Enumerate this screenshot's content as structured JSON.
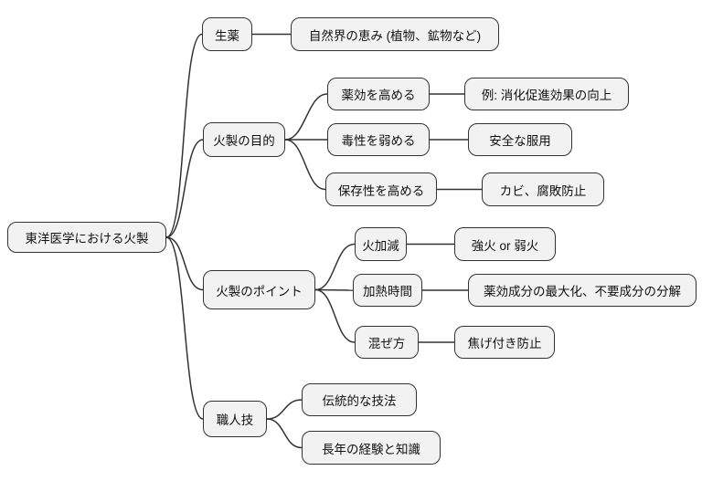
{
  "diagram": {
    "type": "mindmap",
    "colors": {
      "background": "#ffffff",
      "node_fill": "#f2f2f2",
      "node_border": "#333333",
      "line_color": "#333333",
      "text": "#111111"
    },
    "nodes": {
      "root": {
        "label": "東洋医学における火製"
      },
      "herb": {
        "label": "生薬"
      },
      "herb_desc": {
        "label": "自然界の恵み (植物、鉱物など)"
      },
      "purpose": {
        "label": "火製の目的"
      },
      "efficacy": {
        "label": "薬効を高める"
      },
      "efficacy_ex": {
        "label": "例: 消化促進効果の向上"
      },
      "toxicity": {
        "label": "毒性を弱める"
      },
      "safe": {
        "label": "安全な服用"
      },
      "preserve": {
        "label": "保存性を高める"
      },
      "mold": {
        "label": "カビ、腐敗防止"
      },
      "points": {
        "label": "火製のポイント"
      },
      "heat_level": {
        "label": "火加減"
      },
      "strong_weak": {
        "label": "強火 or 弱火"
      },
      "heat_time": {
        "label": "加熱時間"
      },
      "maximize": {
        "label": "薬効成分の最大化、不要成分の分解"
      },
      "mixing": {
        "label": "混ぜ方"
      },
      "scorch": {
        "label": "焦げ付き防止"
      },
      "craft": {
        "label": "職人技"
      },
      "tradition": {
        "label": "伝統的な技法"
      },
      "experience": {
        "label": "長年の経験と知識"
      }
    },
    "edges": [
      {
        "from": "root",
        "to": "herb"
      },
      {
        "from": "root",
        "to": "purpose"
      },
      {
        "from": "root",
        "to": "points"
      },
      {
        "from": "root",
        "to": "craft"
      },
      {
        "from": "herb",
        "to": "herb_desc"
      },
      {
        "from": "purpose",
        "to": "efficacy"
      },
      {
        "from": "purpose",
        "to": "toxicity"
      },
      {
        "from": "purpose",
        "to": "preserve"
      },
      {
        "from": "efficacy",
        "to": "efficacy_ex"
      },
      {
        "from": "toxicity",
        "to": "safe"
      },
      {
        "from": "preserve",
        "to": "mold"
      },
      {
        "from": "points",
        "to": "heat_level"
      },
      {
        "from": "points",
        "to": "heat_time"
      },
      {
        "from": "points",
        "to": "mixing"
      },
      {
        "from": "heat_level",
        "to": "strong_weak"
      },
      {
        "from": "heat_time",
        "to": "maximize"
      },
      {
        "from": "mixing",
        "to": "scorch"
      },
      {
        "from": "craft",
        "to": "tradition"
      },
      {
        "from": "craft",
        "to": "experience"
      }
    ]
  }
}
